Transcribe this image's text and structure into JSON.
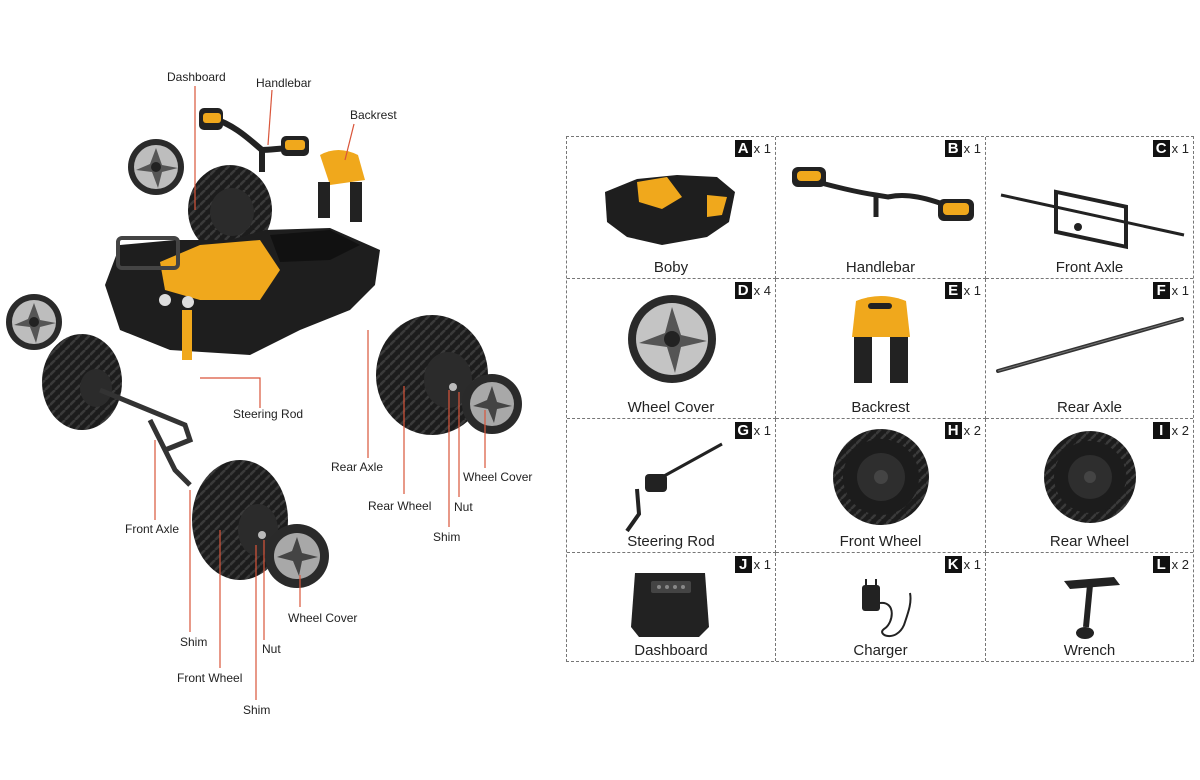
{
  "diagram_labels": {
    "dashboard": "Dashboard",
    "handlebar": "Handlebar",
    "backrest": "Backrest",
    "steering_rod": "Steering Rod",
    "rear_axle": "Rear Axle",
    "front_axle": "Front Axle",
    "rear_wheel": "Rear Wheel",
    "nut_rear": "Nut",
    "wheel_cover_rear": "Wheel Cover",
    "shim_rear": "Shim",
    "shim_front_top": "Shim",
    "front_wheel": "Front Wheel",
    "nut_front": "Nut",
    "wheel_cover_front": "Wheel Cover",
    "shim_front_bottom": "Shim"
  },
  "parts": [
    {
      "letter": "A",
      "qty": "x 1",
      "name": "Boby",
      "icon": "body-icon"
    },
    {
      "letter": "B",
      "qty": "x 1",
      "name": "Handlebar",
      "icon": "handlebar-icon"
    },
    {
      "letter": "C",
      "qty": "x 1",
      "name": "Front Axle",
      "icon": "front-axle-icon"
    },
    {
      "letter": "D",
      "qty": "x 4",
      "name": "Wheel Cover",
      "icon": "wheel-cover-icon"
    },
    {
      "letter": "E",
      "qty": "x 1",
      "name": "Backrest",
      "icon": "backrest-icon"
    },
    {
      "letter": "F",
      "qty": "x 1",
      "name": "Rear Axle",
      "icon": "rear-axle-icon"
    },
    {
      "letter": "G",
      "qty": "x 1",
      "name": "Steering Rod",
      "icon": "steering-rod-icon"
    },
    {
      "letter": "H",
      "qty": "x 2",
      "name": "Front Wheel",
      "icon": "front-wheel-icon"
    },
    {
      "letter": "I",
      "qty": "x 2",
      "name": "Rear Wheel",
      "icon": "rear-wheel-icon"
    },
    {
      "letter": "J",
      "qty": "x 1",
      "name": "Dashboard",
      "icon": "dashboard-icon"
    },
    {
      "letter": "K",
      "qty": "x 1",
      "name": "Charger",
      "icon": "charger-icon"
    },
    {
      "letter": "L",
      "qty": "x 2",
      "name": "Wrench",
      "icon": "wrench-icon"
    }
  ],
  "colors": {
    "accent": "#f0a81c",
    "leader_line": "#d9553a",
    "tire": "#1c1c1c",
    "chrome": "#9a9a9a"
  }
}
